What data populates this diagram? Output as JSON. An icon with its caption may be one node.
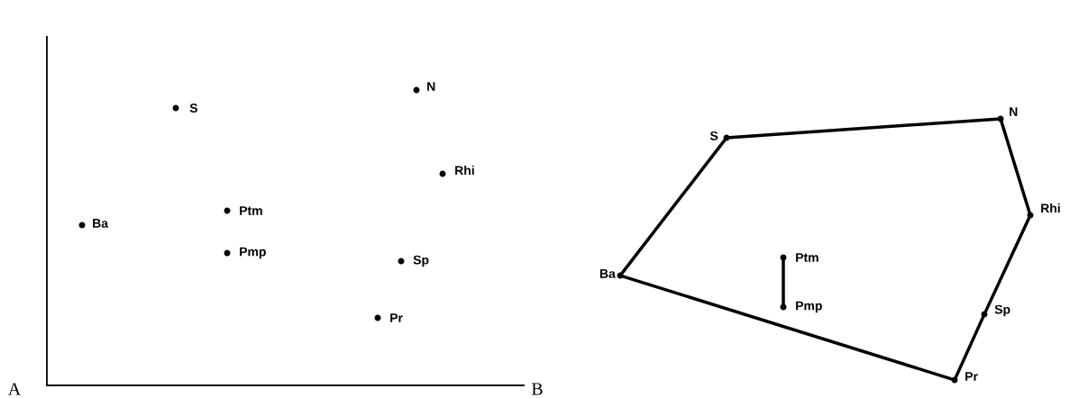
{
  "diagram": {
    "nodes": [
      {
        "text": [],
        "shape": "circle",
        "beside": [
          "S"
        ]
      },
      {
        "text": [],
        "shape": "circle",
        "beside": [
          "N"
        ]
      },
      {
        "text": [],
        "shape": "circle",
        "beside": [
          "Rhi"
        ]
      },
      {
        "text": [],
        "shape": "circle",
        "beside": [
          "Ba"
        ]
      },
      {
        "text": [],
        "shape": "circle",
        "beside": [
          "Ptm"
        ]
      },
      {
        "text": [],
        "shape": "circle",
        "beside": [
          "Pmp"
        ]
      },
      {
        "text": [],
        "shape": "circle",
        "beside": [
          "Sp"
        ]
      },
      {
        "text": [],
        "shape": "circle",
        "beside": [
          "Pr"
        ]
      },
      {
        "text": [],
        "shape": "circle",
        "beside": [
          "S"
        ]
      },
      {
        "text": [],
        "shape": "circle",
        "beside": [
          "N"
        ]
      },
      {
        "text": [],
        "shape": "circle",
        "beside": [
          "Rhi"
        ]
      },
      {
        "text": [],
        "shape": "circle",
        "beside": [
          "Ba"
        ]
      },
      {
        "text": [],
        "shape": "circle",
        "beside": [
          "Ptm"
        ]
      },
      {
        "text": [],
        "shape": "circle",
        "beside": [
          "Pmp"
        ]
      },
      {
        "text": [],
        "shape": "circle",
        "beside": [
          "Sp"
        ]
      },
      {
        "text": [],
        "shape": "circle",
        "beside": [
          "Pr"
        ]
      }
    ],
    "edges": [
      {
        "from": 8,
        "to": 9,
        "arrow": "none"
      },
      {
        "from": 9,
        "to": 10,
        "arrow": "none"
      },
      {
        "from": 10,
        "to": 14,
        "arrow": "none"
      },
      {
        "from": 14,
        "to": 15,
        "arrow": "none"
      },
      {
        "from": 15,
        "to": 11,
        "arrow": "none"
      },
      {
        "from": 11,
        "to": 8,
        "arrow": "none"
      },
      {
        "from": 12,
        "to": 13,
        "arrow": "none"
      }
    ],
    "labels": [
      "A",
      "B"
    ]
  }
}
